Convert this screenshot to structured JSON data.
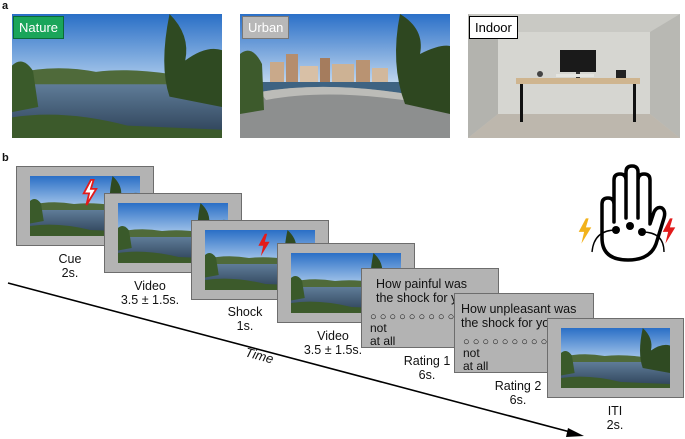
{
  "panel_a": {
    "letter": "a",
    "scenes": [
      {
        "label": "Nature",
        "label_bg": "#1aa55a",
        "label_color": "#ffffff"
      },
      {
        "label": "Urban",
        "label_bg": "#b8b8b8",
        "label_color": "#ffffff"
      },
      {
        "label": "Indoor",
        "label_bg": "#ffffff",
        "label_color": "#000000"
      }
    ]
  },
  "panel_b": {
    "letter": "b",
    "steps": [
      {
        "name": "Cue",
        "duration": "2s."
      },
      {
        "name": "Video",
        "duration": "3.5 ± 1.5s."
      },
      {
        "name": "Shock",
        "duration": "1s."
      },
      {
        "name": "Video",
        "duration": "3.5 ± 1.5s."
      },
      {
        "name": "Rating 1",
        "duration": "6s."
      },
      {
        "name": "Rating 2",
        "duration": "6s."
      },
      {
        "name": "ITI",
        "duration": "2s."
      }
    ],
    "rating1": {
      "question": "How painful was\nthe shock for you?",
      "dots": "○ ○ ○ ○ ○ ○ ○ ○ ○",
      "anchor": "not\nat all"
    },
    "rating2": {
      "question": "How unpleasant was\nthe shock for you?",
      "dots": "○ ○ ○ ○ ○ ○ ○ ○ ○",
      "anchor": "not\nat all"
    },
    "time_label": "Time",
    "icons": [
      "lightning-outline-icon",
      "lightning-red-icon",
      "hand-electrodes-icon",
      "lightning-yellow-icon"
    ],
    "colors": {
      "frame": "#b3b3b3",
      "shock_red": "#e21b1b",
      "shock_yellow": "#f2b21b"
    }
  }
}
